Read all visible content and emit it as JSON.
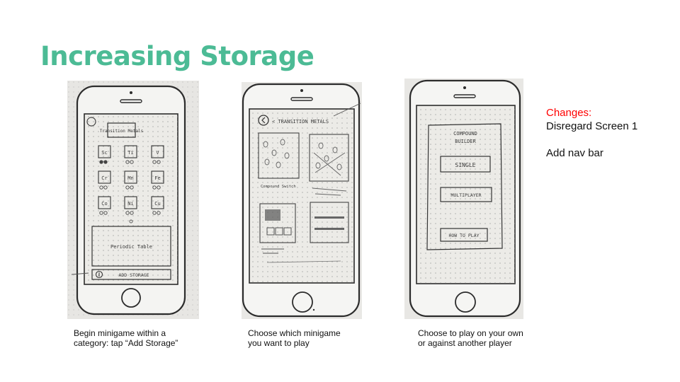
{
  "slide": {
    "title": "Increasing Storage"
  },
  "screens": [
    {
      "caption": "Begin minigame within a\ncategory: tap “Add Storage”",
      "sketch": {
        "header": "Transition Metals",
        "elements": [
          "Sc",
          "Ti",
          "V",
          "Cr",
          "Mn",
          "Fe",
          "Co",
          "Ni",
          "Cu"
        ],
        "panel": "Periodic Table",
        "button": "ADD STORAGE"
      }
    },
    {
      "caption": "Choose which minigame\nyou want to play",
      "sketch": {
        "header": "< TRANSITION METALS",
        "card_label": "Compound Switch"
      }
    },
    {
      "caption": "Choose to play on your own\nor against another player",
      "sketch": {
        "title_line1": "COMPOUND",
        "title_line2": "BUILDER",
        "single": "SINGLE",
        "multiplayer": "MULTIPLAYER",
        "how_to_play": "HOW TO PLAY"
      }
    }
  ],
  "notes": {
    "heading": "Changes:",
    "line1": "Disregard Screen 1",
    "line2": "Add nav bar"
  },
  "colors": {
    "title": "#4cbb95",
    "notes_heading": "#ff0000"
  }
}
